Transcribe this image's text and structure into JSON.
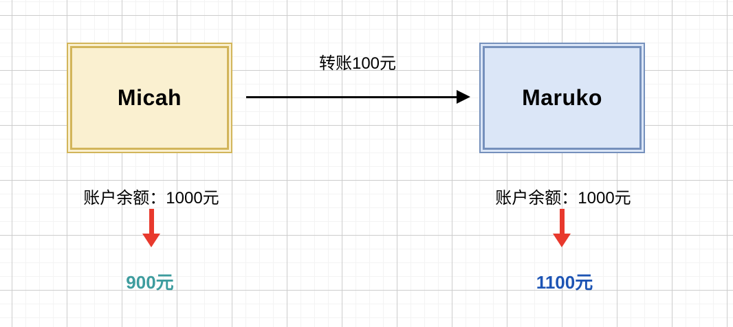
{
  "canvas": {
    "background": "#FFFFFF",
    "grid_minor_color": "#F3F3F3",
    "grid_major_color": "#CCCCCC"
  },
  "nodes": [
    {
      "id": "micah",
      "label": "Micah",
      "fill": "#FAF0D0",
      "stroke": "#D2B55A"
    },
    {
      "id": "maruko",
      "label": "Maruko",
      "fill": "#DBE6F7",
      "stroke": "#7590BC"
    }
  ],
  "transfer": {
    "label": "转账100元",
    "line_color": "#000000",
    "from": "Micah",
    "to": "Maruko"
  },
  "balances": [
    {
      "node": "Micah",
      "before_label": "账户余额：1000元",
      "after_label": "900元",
      "after_color": "#3D9C9E",
      "arrow_color": "#E8392D"
    },
    {
      "node": "Maruko",
      "before_label": "账户余额：1000元",
      "after_label": "1100元",
      "after_color": "#1D54B4",
      "arrow_color": "#E8392D"
    }
  ]
}
